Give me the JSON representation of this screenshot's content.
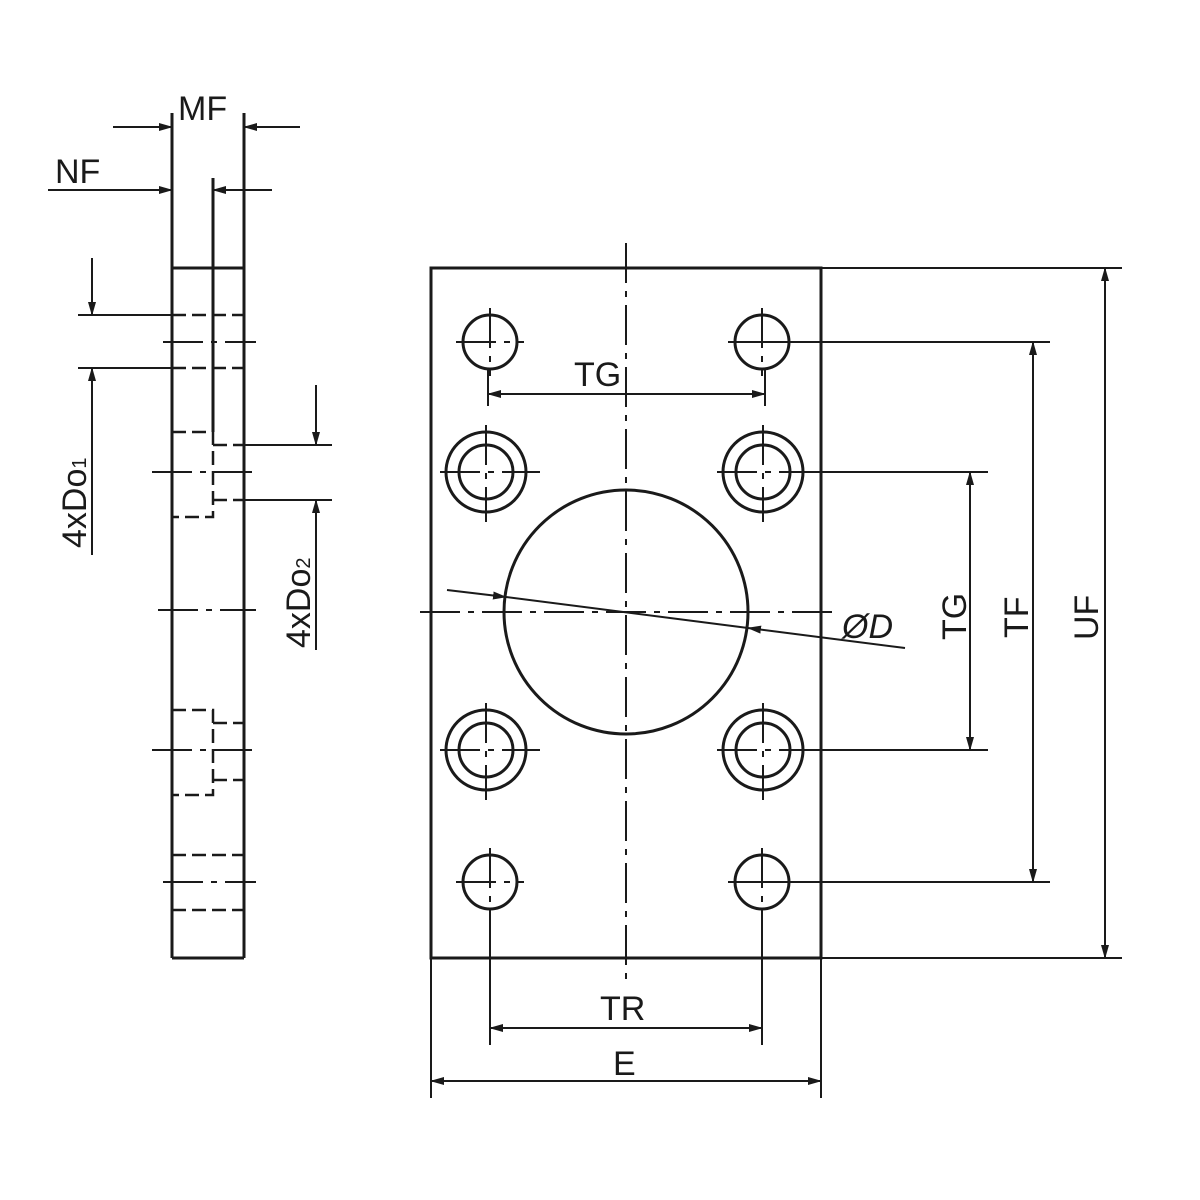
{
  "labels": {
    "mf": "MF",
    "nf": "NF",
    "do1": "4xDo",
    "do1_sub": "1",
    "do2": "4xDo",
    "do2_sub": "2",
    "tg_h": "TG",
    "tg_v": "TG",
    "tf": "TF",
    "uf": "UF",
    "od": "ØD",
    "tr": "TR",
    "e": "E"
  },
  "colors": {
    "line": "#1a1a1a",
    "background": "#ffffff"
  }
}
